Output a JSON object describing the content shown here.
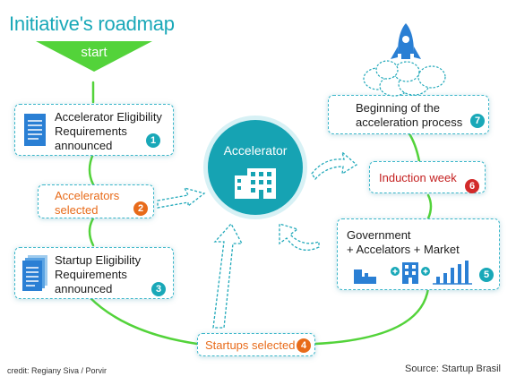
{
  "title": "Initiative's roadmap",
  "start_label": "start",
  "center": {
    "label": "Accelerator",
    "icon": "building-icon"
  },
  "steps": [
    {
      "number": "1",
      "lines": [
        "Accelerator Eligibility",
        "Requirements",
        "announced"
      ],
      "icon": "document-icon",
      "badge_color": "#19a8b8"
    },
    {
      "number": "2",
      "lines": [
        "Accelerators",
        "selected"
      ],
      "badge_color": "#e86b1a"
    },
    {
      "number": "3",
      "lines": [
        "Startup Eligibility",
        "Requirements",
        "announced"
      ],
      "icon": "documents-stack-icon",
      "badge_color": "#19a8b8"
    },
    {
      "number": "4",
      "lines": [
        "Startups selected"
      ],
      "badge_color": "#e86b1a"
    },
    {
      "number": "5",
      "lines": [
        "Government",
        "+ Accelators + Market"
      ],
      "icons": [
        "government-icon",
        "building-icon",
        "bar-chart-icon"
      ],
      "badge_color": "#19a8b8"
    },
    {
      "number": "6",
      "lines": [
        "Induction week"
      ],
      "badge_color": "#d22a2a"
    },
    {
      "number": "7",
      "lines": [
        "Beginning of the",
        "acceleration process"
      ],
      "icon": "rocket-icon",
      "badge_color": "#19a8b8"
    }
  ],
  "colors": {
    "teal": "#19a8b8",
    "green": "#53d33a",
    "orange": "#e86b1a",
    "red": "#d22a2a"
  },
  "credit": "credit: Regiany Siva / Porvir",
  "source": "Source: Startup Brasil"
}
